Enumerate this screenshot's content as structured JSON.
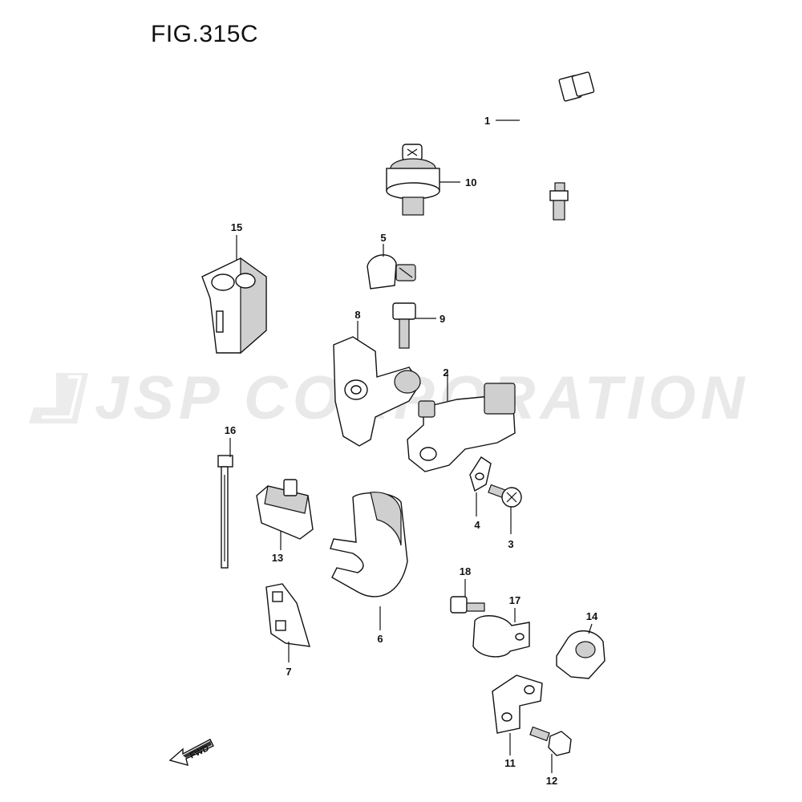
{
  "figure": {
    "title": "FIG.315C",
    "watermark": "JSP CORPORATION",
    "fwd_label": "FWD"
  },
  "callouts": [
    {
      "id": "1",
      "part": "sensor-wire"
    },
    {
      "id": "2",
      "part": "sensor-body"
    },
    {
      "id": "3",
      "part": "screw"
    },
    {
      "id": "4",
      "part": "small-bracket"
    },
    {
      "id": "5",
      "part": "sensor-cap"
    },
    {
      "id": "6",
      "part": "clamp-band"
    },
    {
      "id": "7",
      "part": "plate"
    },
    {
      "id": "8",
      "part": "bracket"
    },
    {
      "id": "9",
      "part": "bolt"
    },
    {
      "id": "10",
      "part": "pressure-switch"
    },
    {
      "id": "11",
      "part": "bracket"
    },
    {
      "id": "12",
      "part": "bolt"
    },
    {
      "id": "13",
      "part": "holder"
    },
    {
      "id": "14",
      "part": "clip"
    },
    {
      "id": "15",
      "part": "cover"
    },
    {
      "id": "16",
      "part": "cable-tie"
    },
    {
      "id": "17",
      "part": "clamp"
    },
    {
      "id": "18",
      "part": "bolt"
    }
  ]
}
